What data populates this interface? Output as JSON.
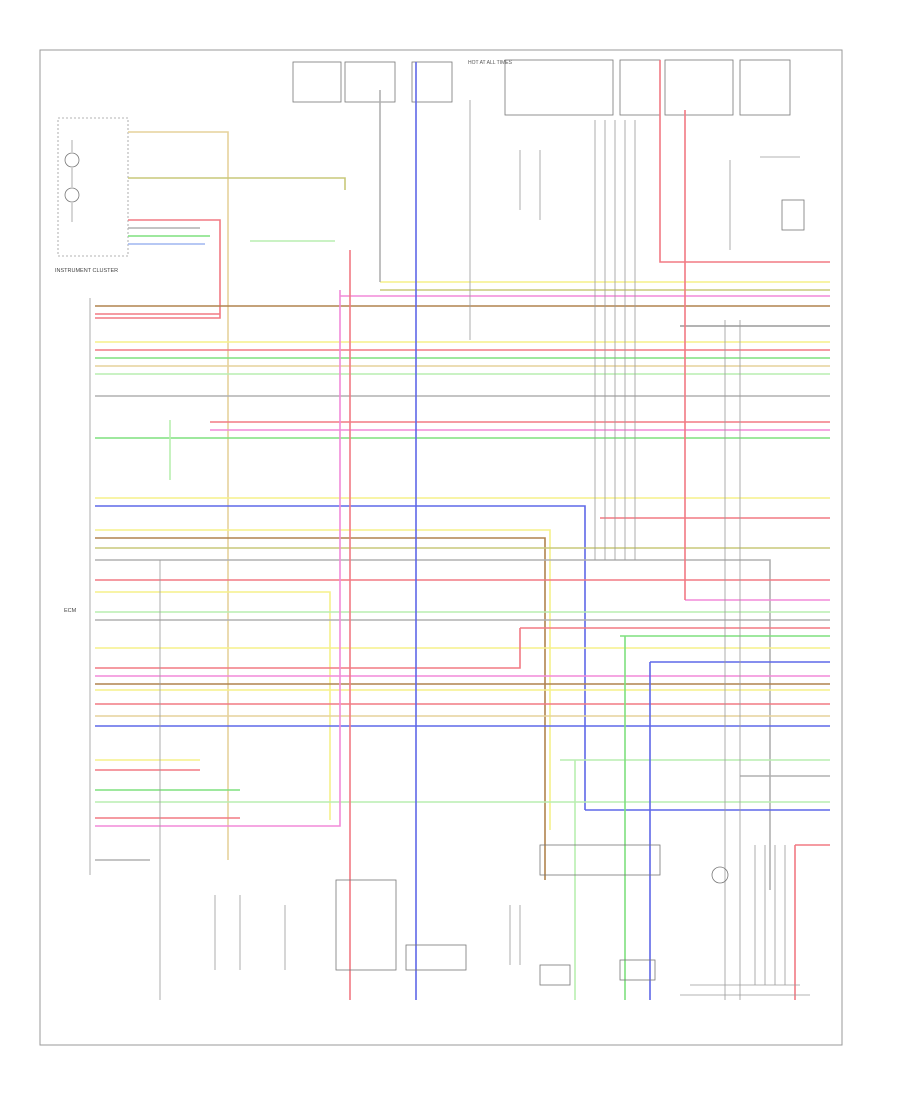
{
  "diagram": {
    "page_label": "",
    "labels": {
      "instrument_cluster": "INSTRUMENT CLUSTER",
      "ecm": "ECM",
      "hot_at_all_times": "HOT AT ALL TIMES",
      "hot_in_start": "",
      "fuse_block": "",
      "check_engine": "",
      "o2_sensor": "",
      "idle_air_control": "",
      "intake_air_temp": "",
      "throttle_position": "",
      "vehicle_speed": "",
      "coolant_temp": "",
      "camshaft_position": "",
      "crankshaft_position": "",
      "evap_purge": "",
      "egr_valve": ""
    },
    "pin_rows": [],
    "wire_colors": {
      "yellow": "#f5f08a",
      "red": "#f27a84",
      "pink": "#f28ad8",
      "green": "#7ee07e",
      "lightgreen": "#b9eeb0",
      "blue": "#5f68e8",
      "lightblue": "#9fb6f0",
      "gray": "#b0b0b0",
      "brown": "#b0834e",
      "tan": "#e6d29c",
      "olive": "#c8c87a",
      "black": "#666666"
    }
  }
}
